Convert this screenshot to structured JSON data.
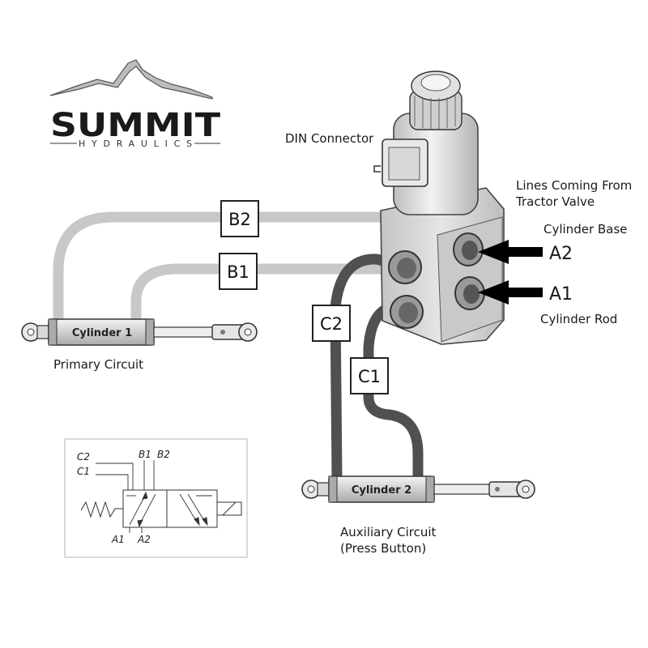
{
  "brand": {
    "name": "SUMMIT",
    "tagline": "HYDRAULICS",
    "icon": "mountain-icon"
  },
  "labels": {
    "din_connector": "DIN Connector",
    "lines_coming_from_line1": "Lines Coming From",
    "lines_coming_from_line2": "Tractor Valve",
    "cylinder_base": "Cylinder Base",
    "cylinder_rod": "Cylinder Rod",
    "primary_circuit": "Primary Circuit",
    "auxiliary_circuit_line1": "Auxiliary Circuit",
    "auxiliary_circuit_line2": "(Press Button)"
  },
  "ports": {
    "a2": "A2",
    "a1": "A1",
    "b2": "B2",
    "b1": "B1",
    "c2": "C2",
    "c1": "C1"
  },
  "cylinders": {
    "cylinder1": "Cylinder 1",
    "cylinder2": "Cylinder 2"
  },
  "schematic": {
    "c2": "C2",
    "c1": "C1",
    "b1": "B1",
    "b2": "B2",
    "a1": "A1",
    "a2": "A2"
  },
  "colors": {
    "hose_light": "#c8c8c8",
    "hose_dark": "#505050",
    "valve_body": "#d9d9d9",
    "arrow": "#000000",
    "logo_text": "#1a1a1a"
  }
}
